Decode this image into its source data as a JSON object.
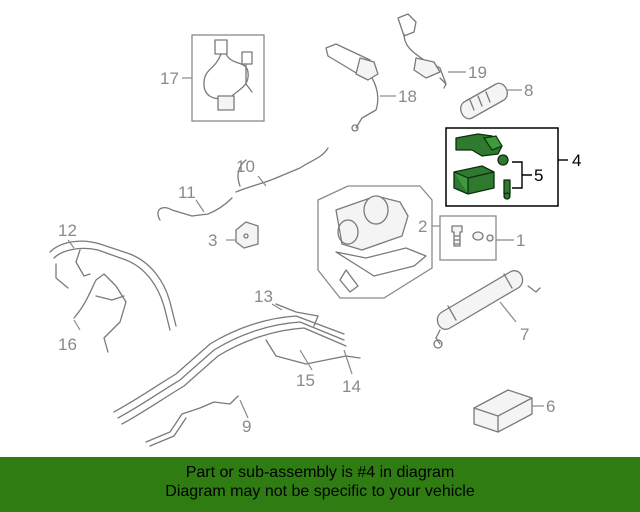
{
  "diagram": {
    "callouts": {
      "c1": "1",
      "c2": "2",
      "c3": "3",
      "c4": "4",
      "c5": "5",
      "c6": "6",
      "c7": "7",
      "c8": "8",
      "c9": "9",
      "c10": "10",
      "c11": "11",
      "c12": "12",
      "c13": "13",
      "c14": "14",
      "c15": "15",
      "c16": "16",
      "c17": "17",
      "c18": "18",
      "c19": "19"
    },
    "highlight_color": "#2f7a2f"
  },
  "footer": {
    "line1": "Part or sub-assembly is #4 in diagram",
    "line2": "Diagram may not be specific to your vehicle",
    "background": "#2f7d12"
  }
}
